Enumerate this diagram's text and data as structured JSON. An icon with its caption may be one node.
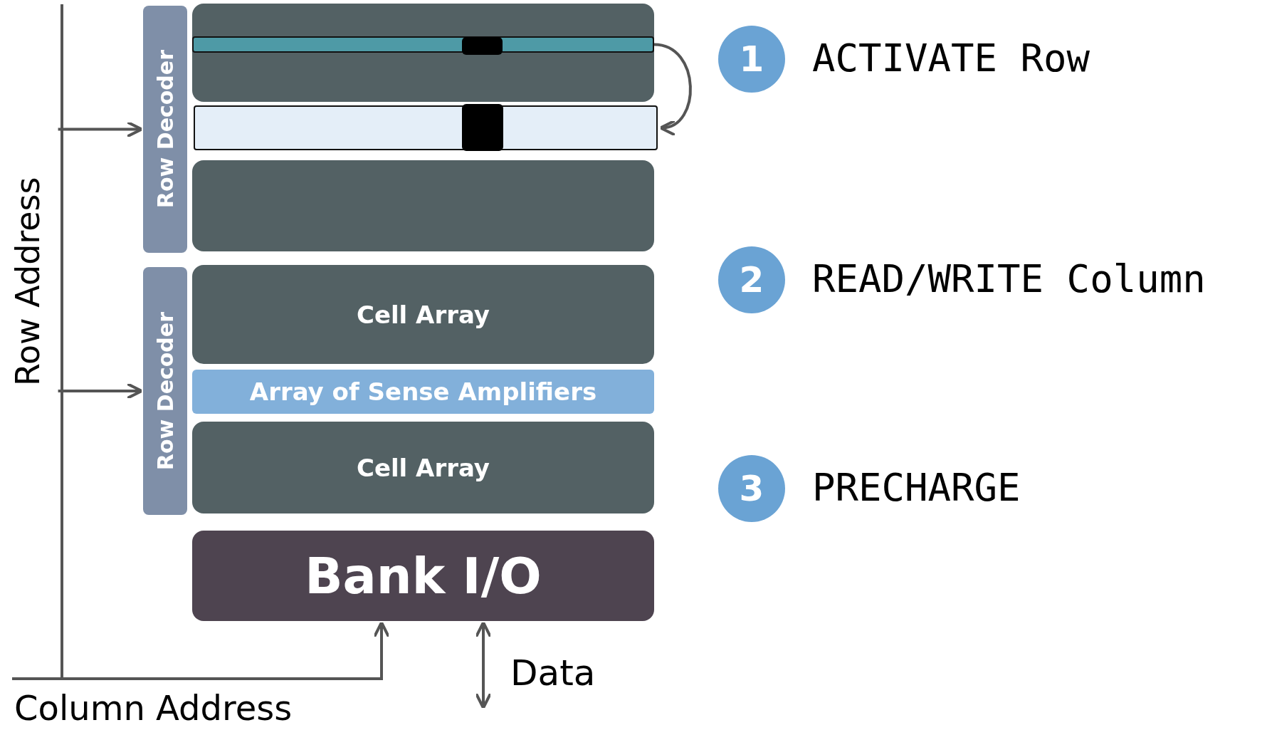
{
  "diagram": {
    "nodes": [
      {
        "text": [
          "Row Address"
        ]
      },
      {
        "text": [
          "Row Decoder"
        ]
      },
      {
        "text": [
          "Row Decoder"
        ]
      },
      {
        "text": [],
        "shape": "box"
      },
      {
        "text": [],
        "shape": "bar",
        "in": 3
      },
      {
        "text": [],
        "shape": "bar"
      },
      {
        "text": [],
        "shape": "box"
      },
      {
        "text": [
          "Cell Array"
        ]
      },
      {
        "text": [
          "Array of Sense Amplifiers"
        ]
      },
      {
        "text": [
          "Cell Array"
        ]
      },
      {
        "text": [
          "Bank I/O"
        ]
      },
      {
        "text": [
          "Column Address"
        ]
      },
      {
        "text": [
          "1"
        ],
        "beside": [
          "ACTIVATE Row"
        ]
      },
      {
        "text": [
          "2"
        ],
        "beside": [
          "READ/WRITE Column"
        ]
      },
      {
        "text": [
          "3"
        ],
        "beside": [
          "PRECHARGE"
        ]
      }
    ],
    "edges": [
      {
        "from": 0,
        "to": 1,
        "arrow": "to"
      },
      {
        "from": 0,
        "to": 2,
        "arrow": "to"
      },
      {
        "from": 4,
        "to": 5,
        "arrow": "to"
      },
      {
        "from": 11,
        "to": 10,
        "arrow": "to"
      },
      {
        "from": 10,
        "to": null,
        "arrow": "both",
        "label": "Data"
      }
    ]
  }
}
